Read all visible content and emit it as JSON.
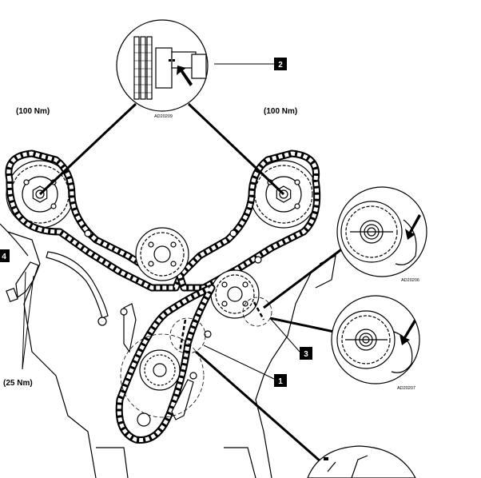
{
  "torque": {
    "left_cam": "(100 Nm)",
    "right_cam": "(100 Nm)",
    "tensioner_bolts": "(25 Nm)"
  },
  "callouts": {
    "c1": "1",
    "c2": "2",
    "c3": "3",
    "c4": "4"
  },
  "detail_codes": {
    "top": "AD20209",
    "right_upper": "AD20206",
    "right_lower": "AD20207"
  }
}
